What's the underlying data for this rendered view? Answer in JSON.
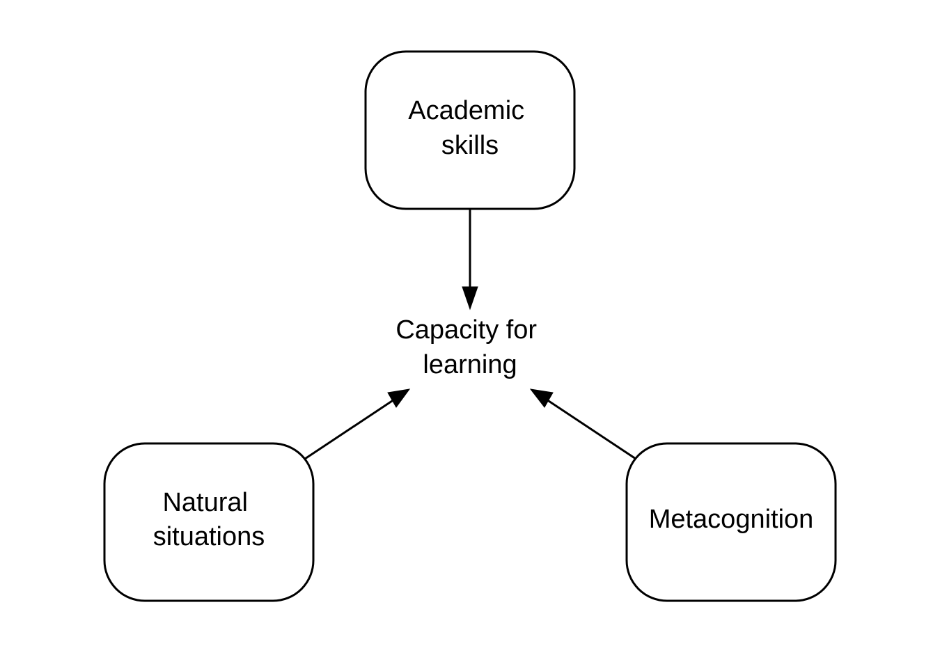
{
  "diagram": {
    "nodes": {
      "academic_skills": {
        "lines": [
          "Academic",
          "skills"
        ]
      },
      "capacity_for_learning": {
        "lines": [
          "Capacity for",
          "learning"
        ]
      },
      "natural_situations": {
        "lines": [
          "Natural",
          "situations"
        ]
      },
      "metacognition": {
        "lines": [
          "Metacognition"
        ]
      }
    },
    "edges": [
      {
        "from": "academic_skills",
        "to": "capacity_for_learning"
      },
      {
        "from": "natural_situations",
        "to": "capacity_for_learning"
      },
      {
        "from": "metacognition",
        "to": "capacity_for_learning"
      }
    ],
    "colors": {
      "stroke": "#000000",
      "fill": "#ffffff",
      "text": "#000000"
    }
  }
}
